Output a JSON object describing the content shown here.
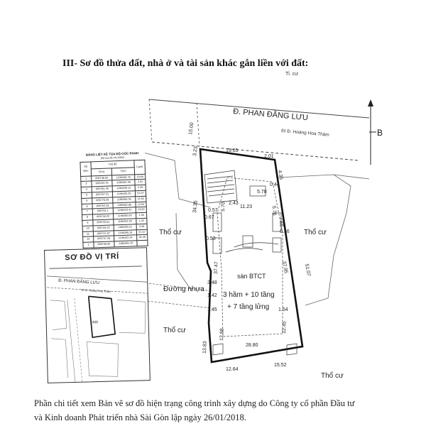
{
  "heading": "III- Sơ đồ thửa đất, nhà ở và tài sản khác gắn liền với đất:",
  "street": {
    "name": "Đ. PHAN ĐĂNG LƯU",
    "sub": "Đ/ Đ. Hoàng Hoa Thám",
    "top_label": "Tỉ. cư",
    "marker": "B"
  },
  "labels": {
    "tho_cu": "Thổ cư",
    "duong_nhua": "Đường nhựa",
    "building_1": "sàn BTCT",
    "building_2": "3 hầm + 10 tầng",
    "building_3": "+ 7 tầng lửng"
  },
  "dimensions": {
    "d1": "15.00",
    "d2": "19.65",
    "d3": "2.01",
    "d4": "3.23",
    "d5": "4.35",
    "d6": "34.35",
    "d7": "51.07",
    "d8": "37.47",
    "d9": "37.95",
    "d10": "28.80",
    "d11": "12.64",
    "d12": "15.52",
    "d13": "11.23",
    "d14": "5.78",
    "d15": "3.48",
    "d16": "1.42",
    "d17": "1.45",
    "d18": "1.54",
    "d19": "12.45",
    "d20": "12.88",
    "d21": "13.83",
    "d22": "0.57",
    "d23": "5.70",
    "d24": "0.53",
    "d25": "2.43",
    "d26": "0.44",
    "d27": "5.76",
    "d28": "7.65",
    "d29": "0.56",
    "d30": "0.67"
  },
  "coord_table": {
    "title": "BẢNG LIỆT KÊ TỌA ĐỘ GÓC RANH",
    "subtitle": "(Hệ tọa độ VN-2000)",
    "col_group": "Tọa độ",
    "headers": [
      "Số hiệu",
      "X(m)",
      "Y(m)",
      "Cạnh"
    ],
    "rows": [
      [
        "1",
        "605746.92",
        "1196446.78",
        "19.65"
      ],
      [
        "2",
        "605763.78",
        "1196440.45",
        "2.01"
      ],
      [
        "3",
        "605765.28",
        "1196439.12",
        "4.35"
      ],
      [
        "4",
        "605767.31",
        "1196435.25",
        "51.07"
      ],
      [
        "5",
        "605778.28",
        "1196386.35",
        "15.52"
      ],
      [
        "6",
        "605763.26",
        "1196382.85",
        "12.64"
      ],
      [
        "7",
        "605751.1",
        "1196379.41",
        "13.83"
      ],
      [
        "8",
        "605748.20",
        "1196392.83",
        "1.45"
      ],
      [
        "9",
        "605743.61",
        "1196391.93",
        "1.42"
      ],
      [
        "10",
        "605744.22",
        "1196393.21",
        "3.48"
      ],
      [
        "11",
        "605747.97",
        "1196395.16",
        "37.47"
      ],
      [
        "12",
        "605747.36",
        "1196432.24",
        "34.35"
      ],
      [
        "1",
        "605746.92",
        "1196446.78",
        ""
      ]
    ]
  },
  "location_map": {
    "title": "SƠ ĐỒ VỊ TRÍ",
    "street": "Đ. PHAN ĐĂNG LƯU",
    "sub": "Đ/ Đ. Hoàng Hoa Thám",
    "lot": "406"
  },
  "caption": {
    "line1": "Phần chi tiết xem Bản vẽ sơ đồ hiện trạng công trình xây dựng do Công ty cổ phần Đầu tư",
    "line2": "và Kinh doanh Phát triển nhà Sài Gòn lập ngày 26/01/2018."
  }
}
